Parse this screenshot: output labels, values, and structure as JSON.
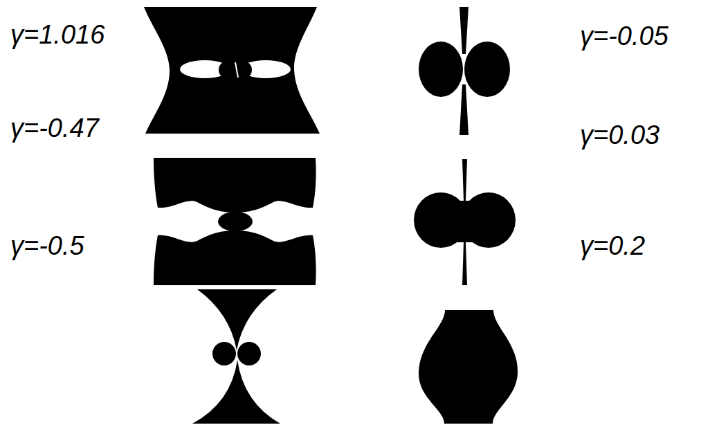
{
  "diagram": {
    "labels": [
      "γ=1.016",
      "γ=-0.05",
      "γ=-0.47",
      "γ=0.03",
      "γ=-0.5",
      "γ=0.2"
    ]
  }
}
